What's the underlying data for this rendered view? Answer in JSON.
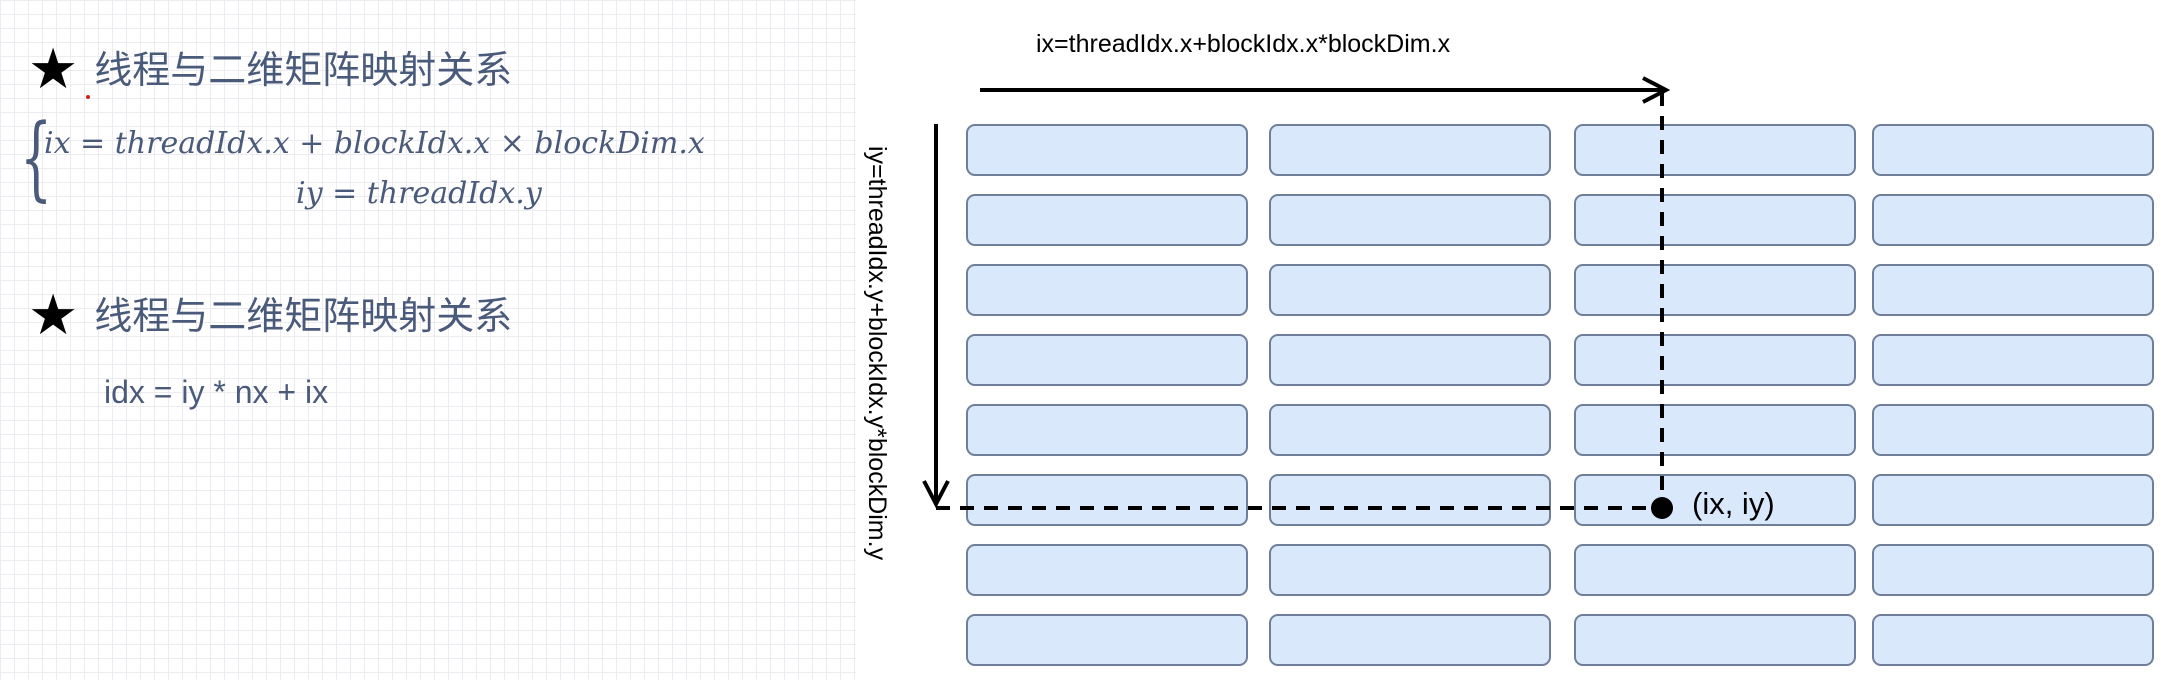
{
  "left_panel": {
    "heading1": "线程与二维矩阵映射关系",
    "heading2": "线程与二维矩阵映射关系",
    "star_glyph": "★",
    "formula_ix": "ix = threadIdx.x + blockIdx.x × blockDim.x",
    "formula_iy": "iy = threadIdx.y",
    "idx_formula": "idx = iy * nx + ix"
  },
  "diagram": {
    "top_label": "ix=threadIdx.x+blockIdx.x*blockDim.x",
    "side_label": "iy=threadIdx.y+blockIdx.y*blockDim.y",
    "point_label": "(ix, iy)",
    "grid": {
      "rows": 8,
      "cols": 4
    },
    "highlight_cell": {
      "row": 6,
      "col": 3
    },
    "colors": {
      "cell_fill": "#dae8fc",
      "cell_stroke": "#6f7f99",
      "text": "#4a5a7a",
      "arrow": "#000000"
    }
  }
}
